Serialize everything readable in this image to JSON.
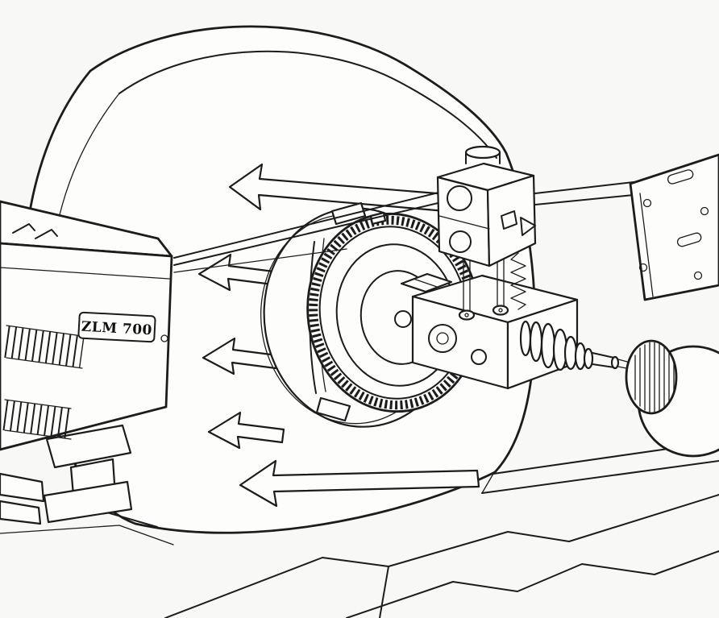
{
  "colors": {
    "background": "#f8f8f7",
    "ink": "#1c1c1c"
  },
  "device": {
    "label": "ZLM 700"
  },
  "parts": [
    "laser-measurement-head",
    "support-stand",
    "laser-beams",
    "headstock-drum",
    "chuck-jaw-arrows",
    "rotary-dial",
    "interferometer-optics-block",
    "connecting-bar",
    "perforated-mounting-plate",
    "tool-post-block",
    "guide-posts-and-spring",
    "taper-spindle",
    "knurled-chuck-knob",
    "handwheel-ball",
    "machine-bed-and-floor-lines"
  ]
}
